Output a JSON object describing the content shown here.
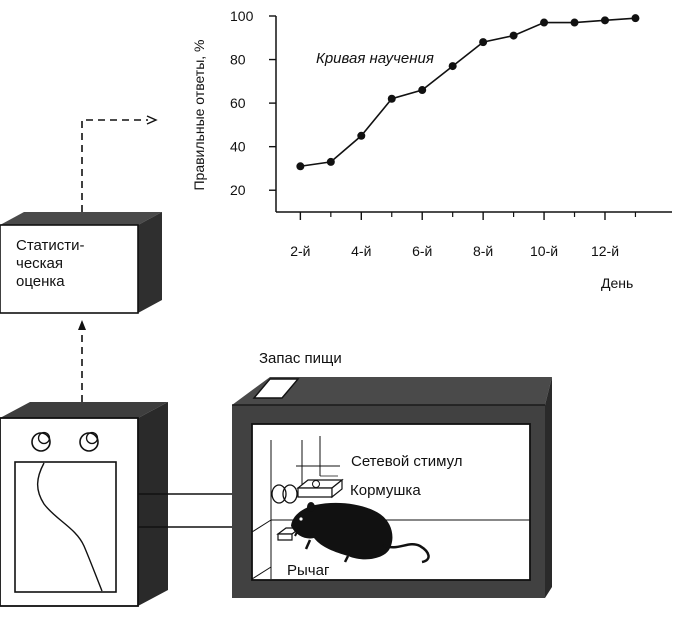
{
  "chart_data": {
    "type": "line",
    "title": "Кривая научения",
    "xlabel": "День",
    "ylabel": "Правильные ответы, %",
    "yticks": [
      "20",
      "40",
      "60",
      "80",
      "100"
    ],
    "xticks": [
      "2-й",
      "4-й",
      "6-й",
      "8-й",
      "10-й",
      "12-й"
    ],
    "ylim": [
      10,
      100
    ],
    "xlim": [
      1.2,
      14.2
    ],
    "grid": false,
    "series": [
      {
        "x": [
          2,
          3,
          4,
          5,
          6,
          7,
          8,
          9,
          10,
          11,
          12,
          13
        ],
        "values": [
          31,
          33,
          45,
          62,
          66,
          77,
          88,
          91,
          97,
          97,
          98,
          99
        ]
      }
    ]
  },
  "diagram": {
    "stats_box_label_lines": [
      "Статисти-",
      "ческая",
      "оценка"
    ],
    "food_supply_label": "Запас пищи",
    "grid_stimulus_label": "Сетевой стимул",
    "feeder_label": "Кормушка",
    "lever_label": "Рычаг"
  }
}
